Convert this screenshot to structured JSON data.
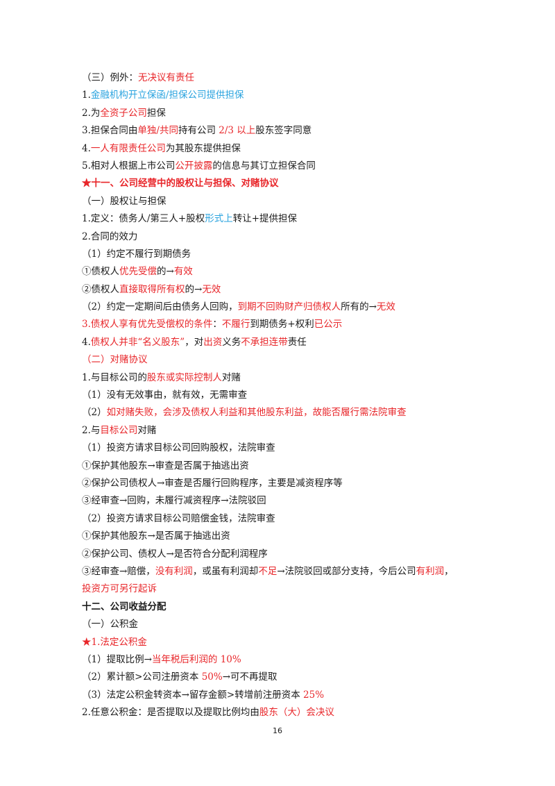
{
  "lines": [
    {
      "bold": false,
      "segments": [
        {
          "t": "（三）例外：",
          "c": ""
        },
        {
          "t": "无决议有责任",
          "c": "red"
        }
      ]
    },
    {
      "bold": false,
      "segments": [
        {
          "t": "1.",
          "c": ""
        },
        {
          "t": "金融机构开立保函/担保公司提供担保",
          "c": "blue"
        }
      ]
    },
    {
      "bold": false,
      "segments": [
        {
          "t": "2.为",
          "c": ""
        },
        {
          "t": "全资子公司",
          "c": "red"
        },
        {
          "t": "担保",
          "c": ""
        }
      ]
    },
    {
      "bold": false,
      "segments": [
        {
          "t": "3.担保合同由",
          "c": ""
        },
        {
          "t": "单独/共同",
          "c": "red"
        },
        {
          "t": "持有公司 ",
          "c": ""
        },
        {
          "t": "2/3 以上",
          "c": "red"
        },
        {
          "t": "股东签字同意",
          "c": ""
        }
      ]
    },
    {
      "bold": false,
      "segments": [
        {
          "t": "4.",
          "c": ""
        },
        {
          "t": "一人有限责任公司",
          "c": "red"
        },
        {
          "t": "为其股东提供担保",
          "c": ""
        }
      ]
    },
    {
      "bold": false,
      "segments": [
        {
          "t": "5.相对人根据上市公司",
          "c": ""
        },
        {
          "t": "公开披露",
          "c": "red"
        },
        {
          "t": "的信息与其订立担保合同",
          "c": ""
        }
      ]
    },
    {
      "bold": true,
      "segments": [
        {
          "t": "★十一、公司经营中的股权让与担保、对赌协议",
          "c": "red"
        }
      ]
    },
    {
      "bold": false,
      "segments": [
        {
          "t": "（一）股权让与担保",
          "c": ""
        }
      ]
    },
    {
      "bold": false,
      "segments": [
        {
          "t": "1.定义：债务人/第三人+股权",
          "c": ""
        },
        {
          "t": "形式上",
          "c": "blue"
        },
        {
          "t": "转让+提供担保",
          "c": ""
        }
      ]
    },
    {
      "bold": false,
      "segments": [
        {
          "t": "2.合同的效力",
          "c": ""
        }
      ]
    },
    {
      "bold": false,
      "segments": [
        {
          "t": "（1）约定不履行到期债务",
          "c": ""
        }
      ]
    },
    {
      "bold": false,
      "segments": [
        {
          "t": "①债权人",
          "c": ""
        },
        {
          "t": "优先受偿",
          "c": "red"
        },
        {
          "t": "的→",
          "c": ""
        },
        {
          "t": "有效",
          "c": "red"
        }
      ]
    },
    {
      "bold": false,
      "segments": [
        {
          "t": "②债权人",
          "c": ""
        },
        {
          "t": "直接取得所有权",
          "c": "red"
        },
        {
          "t": "的→",
          "c": ""
        },
        {
          "t": "无效",
          "c": "red"
        }
      ]
    },
    {
      "bold": false,
      "segments": [
        {
          "t": "（2）约定一定期间后由债务人回购，",
          "c": ""
        },
        {
          "t": "到期不回购财产归债权人",
          "c": "red"
        },
        {
          "t": "所有的→",
          "c": ""
        },
        {
          "t": "无效",
          "c": "red"
        }
      ]
    },
    {
      "bold": false,
      "segments": [
        {
          "t": "3.债权人享有优先受偿权的条件",
          "c": "red"
        },
        {
          "t": "：",
          "c": ""
        },
        {
          "t": "不履行",
          "c": "red"
        },
        {
          "t": "到期债务+权利",
          "c": ""
        },
        {
          "t": "已公示",
          "c": "red"
        }
      ]
    },
    {
      "bold": false,
      "segments": [
        {
          "t": "4.",
          "c": ""
        },
        {
          "t": "债权人并非“名义股东”",
          "c": "red"
        },
        {
          "t": "，对",
          "c": ""
        },
        {
          "t": "出资",
          "c": "red"
        },
        {
          "t": "义务",
          "c": ""
        },
        {
          "t": "不承担连带",
          "c": "red"
        },
        {
          "t": "责任",
          "c": ""
        }
      ]
    },
    {
      "bold": false,
      "segments": [
        {
          "t": "（二）对赌协议",
          "c": "red"
        }
      ]
    },
    {
      "bold": false,
      "segments": [
        {
          "t": "1.与目标公司的",
          "c": ""
        },
        {
          "t": "股东或实际控制人",
          "c": "red"
        },
        {
          "t": "对赌",
          "c": ""
        }
      ]
    },
    {
      "bold": false,
      "segments": [
        {
          "t": "（1）没有无效事由，就有效，无需审查",
          "c": ""
        }
      ]
    },
    {
      "bold": false,
      "segments": [
        {
          "t": "（2）",
          "c": ""
        },
        {
          "t": "如对赌失败，会涉及债权人利益和其他股东利益，故能否履行需法院审查",
          "c": "red"
        }
      ]
    },
    {
      "bold": false,
      "segments": [
        {
          "t": "2.与",
          "c": ""
        },
        {
          "t": "目标公司",
          "c": "red"
        },
        {
          "t": "对赌",
          "c": ""
        }
      ]
    },
    {
      "bold": false,
      "segments": [
        {
          "t": "（1）投资方请求目标公司回购股权，法院审查",
          "c": ""
        }
      ]
    },
    {
      "bold": false,
      "segments": [
        {
          "t": "①保护其他股东→审查是否属于抽逃出资",
          "c": ""
        }
      ]
    },
    {
      "bold": false,
      "segments": [
        {
          "t": "②保护公司债权人→审查是否履行回购程序，主要是减资程序等",
          "c": ""
        }
      ]
    },
    {
      "bold": false,
      "segments": [
        {
          "t": "③经审查→回购，未履行减资程序→法院驳回",
          "c": ""
        }
      ]
    },
    {
      "bold": false,
      "segments": [
        {
          "t": "（2）投资方请求目标公司赔偿金钱，法院审查",
          "c": ""
        }
      ]
    },
    {
      "bold": false,
      "segments": [
        {
          "t": "①保护其他股东→是否属于抽逃出资",
          "c": ""
        }
      ]
    },
    {
      "bold": false,
      "segments": [
        {
          "t": "②保护公司、债权人→是否符合分配利润程序",
          "c": ""
        }
      ]
    },
    {
      "bold": false,
      "segments": [
        {
          "t": "③经审查→赔偿，",
          "c": ""
        },
        {
          "t": "没有利润",
          "c": "red"
        },
        {
          "t": "，或虽有利润却",
          "c": ""
        },
        {
          "t": "不足",
          "c": "red"
        },
        {
          "t": "→法院驳回或部分支持，今后公司",
          "c": ""
        },
        {
          "t": "有利润",
          "c": "red"
        },
        {
          "t": "，",
          "c": ""
        }
      ]
    },
    {
      "bold": false,
      "segments": [
        {
          "t": "投资方可另行起诉",
          "c": "red"
        }
      ]
    },
    {
      "bold": true,
      "segments": [
        {
          "t": "十二、公司收益分配",
          "c": ""
        }
      ]
    },
    {
      "bold": false,
      "segments": [
        {
          "t": "（一）公积金",
          "c": ""
        }
      ]
    },
    {
      "bold": false,
      "segments": [
        {
          "t": "★1.法定公积金",
          "c": "red"
        }
      ]
    },
    {
      "bold": false,
      "segments": [
        {
          "t": "（1）提取比例→",
          "c": ""
        },
        {
          "t": "当年税后利润的 10%",
          "c": "red"
        }
      ]
    },
    {
      "bold": false,
      "segments": [
        {
          "t": "（2）累计额>公司注册资本 ",
          "c": ""
        },
        {
          "t": "50%",
          "c": "red"
        },
        {
          "t": "→可不再提取",
          "c": ""
        }
      ]
    },
    {
      "bold": false,
      "segments": [
        {
          "t": "（3）法定公积金转资本→留存金额>转增前注册资本 ",
          "c": ""
        },
        {
          "t": "25%",
          "c": "red"
        }
      ]
    },
    {
      "bold": false,
      "segments": [
        {
          "t": "2.任意公积金：是否提取以及提取比例均由",
          "c": ""
        },
        {
          "t": "股东（大）会决议",
          "c": "red"
        }
      ]
    }
  ],
  "page_number": "16"
}
